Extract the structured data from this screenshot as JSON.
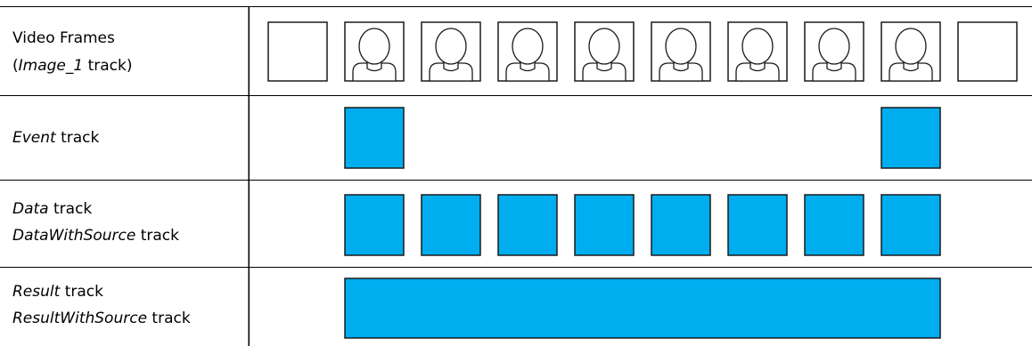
{
  "rows": [
    {
      "id": "video-frames",
      "label_lines": [
        [
          {
            "text": "Video Frames",
            "italic": false
          }
        ],
        [
          {
            "text": "(",
            "italic": false
          },
          {
            "text": "Image_1",
            "italic": true
          },
          {
            "text": " track)",
            "italic": false
          }
        ]
      ],
      "frames": [
        "empty",
        "person",
        "person",
        "person",
        "person",
        "person",
        "person",
        "person",
        "person",
        "empty"
      ]
    },
    {
      "id": "event-track",
      "label_lines": [
        [
          {
            "text": "Event",
            "italic": true
          },
          {
            "text": " track",
            "italic": false
          }
        ]
      ],
      "markers": [
        1,
        8
      ]
    },
    {
      "id": "data-track",
      "label_lines": [
        [
          {
            "text": "Data",
            "italic": true
          },
          {
            "text": " track",
            "italic": false
          }
        ],
        [
          {
            "text": "DataWithSource",
            "italic": true
          },
          {
            "text": " track",
            "italic": false
          }
        ]
      ],
      "markers": [
        1,
        2,
        3,
        4,
        5,
        6,
        7,
        8
      ]
    },
    {
      "id": "result-track",
      "label_lines": [
        [
          {
            "text": "Result",
            "italic": true
          },
          {
            "text": " track",
            "italic": false
          }
        ],
        [
          {
            "text": "ResultWithSource",
            "italic": true
          },
          {
            "text": " track",
            "italic": false
          }
        ]
      ],
      "span": [
        1,
        8
      ]
    }
  ],
  "colors": {
    "marker_fill": "#00aeef",
    "stroke": "#1a1a1a",
    "grid": "#000000"
  }
}
